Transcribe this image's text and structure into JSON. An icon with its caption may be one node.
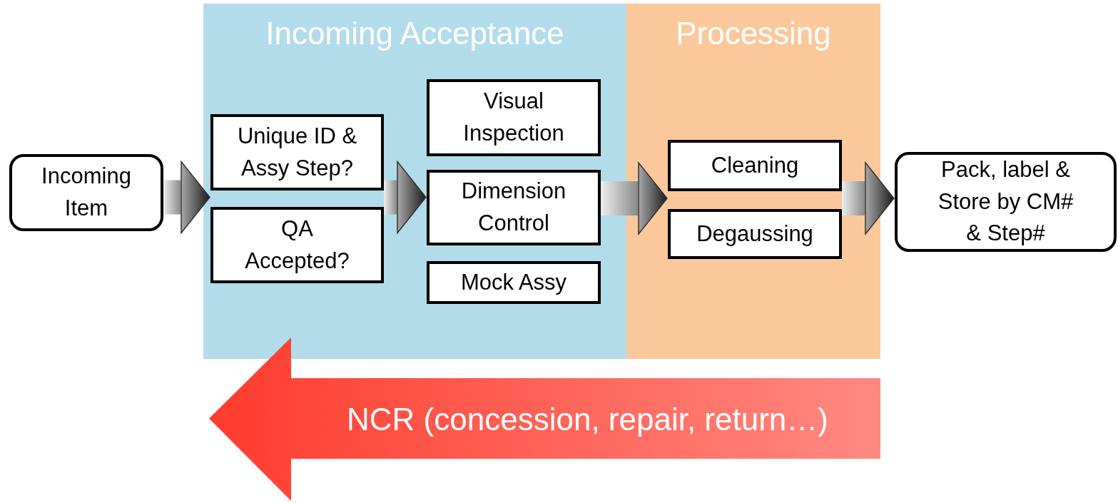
{
  "diagram": {
    "nodes": [
      {
        "text": [
          "Incoming Acceptance"
        ]
      },
      {
        "text": [
          "Processing"
        ]
      },
      {
        "text": [
          "Incoming Item"
        ]
      },
      {
        "text": [
          "Unique ID & Assy Step?"
        ],
        "in": 0
      },
      {
        "text": [
          "QA Accepted?"
        ],
        "in": 0
      },
      {
        "text": [
          "Visual Inspection"
        ],
        "in": 0
      },
      {
        "text": [
          "Dimension Control"
        ],
        "in": 0
      },
      {
        "text": [
          "Mock Assy"
        ],
        "in": 0
      },
      {
        "text": [
          "Cleaning"
        ],
        "in": 1
      },
      {
        "text": [
          "Degaussing"
        ],
        "in": 1
      },
      {
        "text": [
          "Pack, label & Store by CM# & Step#"
        ]
      },
      {
        "text": [
          "NCR (concession, repair, return…)"
        ]
      }
    ],
    "edges": [
      {
        "from": 2,
        "to": 3,
        "arrow": "to",
        "style": "thick"
      },
      {
        "from": 2,
        "to": 4,
        "arrow": "to",
        "style": "thick"
      },
      {
        "from": 3,
        "to": 6,
        "arrow": "to",
        "style": "thick"
      },
      {
        "from": 4,
        "to": 6,
        "arrow": "to",
        "style": "thick"
      },
      {
        "from": 6,
        "to": 8,
        "arrow": "to",
        "style": "thick"
      },
      {
        "from": 6,
        "to": 9,
        "arrow": "to",
        "style": "thick"
      },
      {
        "from": 8,
        "to": 10,
        "arrow": "to",
        "style": "thick"
      },
      {
        "from": 9,
        "to": 10,
        "arrow": "to",
        "style": "thick"
      }
    ]
  }
}
